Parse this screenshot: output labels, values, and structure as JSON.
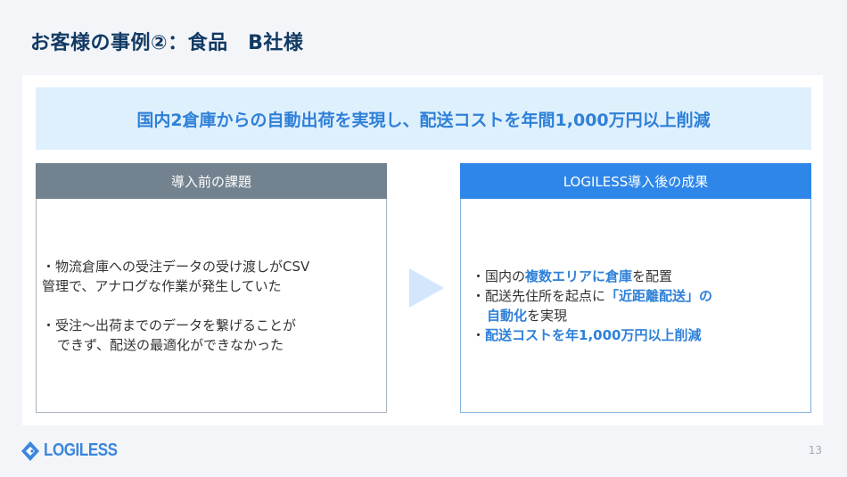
{
  "slide": {
    "title": "お客様の事例②：食品　B社様",
    "banner": "国内2倉庫からの自動出荷を実現し、配送コストを年間1,000万円以上削減",
    "before": {
      "header": "導入前の課題",
      "items": [
        {
          "line1": "・物流倉庫への受注データの受け渡しがCSV",
          "line2": "管理で、アナログな作業が発生していた"
        },
        {
          "line1": "・受注〜出荷までのデータを繋げることが",
          "line2": "できず、配送の最適化ができなかった"
        }
      ]
    },
    "after": {
      "header": "LOGILESS導入後の成果",
      "items": [
        {
          "bullet": "・",
          "p1": "国内の",
          "h1": "複数エリアに倉庫",
          "p2": "を配置"
        },
        {
          "bullet": "・",
          "p1": "配送先住所を起点に",
          "h1": "「近距離配送」の",
          "h2": "自動化",
          "p2": "を実現"
        },
        {
          "bullet": "・",
          "h1": "配送コストを年1,000万円以上削減"
        }
      ]
    },
    "footer": {
      "logo_text": "LOGILESS",
      "page_number": "13"
    },
    "colors": {
      "title": "#123a63",
      "accent": "#2f80d8",
      "before_header": "#73828f",
      "after_header": "#2e86e8",
      "banner_bg": "#dff0fd",
      "arrow": "#d3e6fb"
    }
  }
}
